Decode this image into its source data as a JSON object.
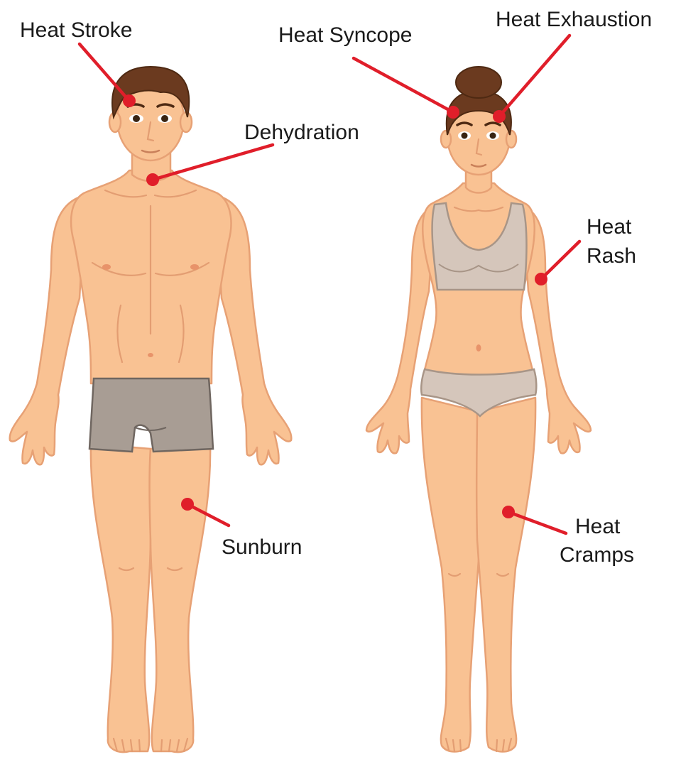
{
  "colors": {
    "marker": "#e01e2a",
    "skin": "#f9c293",
    "hair": "#6b3a1f",
    "male_briefs": "#a89d94",
    "female_underwear": "#d5c6bb",
    "label_text": "#1a1a1a"
  },
  "figures": [
    "male-figure",
    "female-figure"
  ],
  "labels": {
    "heat_stroke": "Heat Stroke",
    "heat_syncope": "Heat Syncope",
    "heat_exhaustion": "Heat Exhaustion",
    "dehydration": "Dehydration",
    "heat_rash_1": "Heat",
    "heat_rash_2": "Rash",
    "sunburn": "Sunburn",
    "heat_cramps_1": "Heat",
    "heat_cramps_2": "Cramps"
  }
}
